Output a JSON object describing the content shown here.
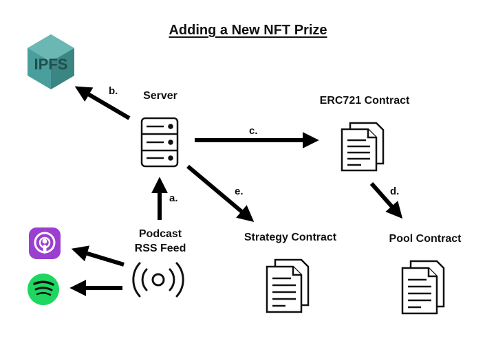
{
  "title": "Adding a New NFT Prize",
  "nodes": {
    "ipfs": "IPFS",
    "server": "Server",
    "erc721": "ERC721 Contract",
    "podcast_line1": "Podcast",
    "podcast_line2": "RSS Feed",
    "strategy": "Strategy Contract",
    "pool": "Pool Contract"
  },
  "steps": {
    "a": "a.",
    "b": "b.",
    "c": "c.",
    "d": "d.",
    "e": "e."
  },
  "colors": {
    "ipfs_teal": "#4a9e9b",
    "ipfs_dark": "#2f6f6e",
    "podcasts_purple": "#9b3fd0",
    "spotify_green": "#1ed760",
    "arrow": "#000000"
  }
}
